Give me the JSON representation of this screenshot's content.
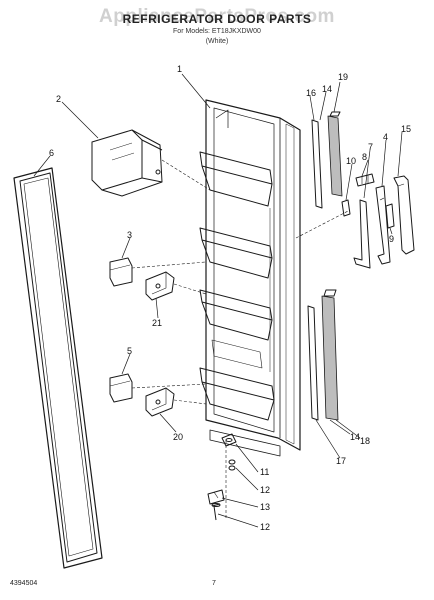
{
  "header": {
    "watermark": "AppliancePartsPros.com",
    "title": "REFRIGERATOR DOOR PARTS",
    "subtitle_model": "For Models: ET18JKXDW00",
    "subtitle_color": "(White)"
  },
  "footer": {
    "part_number": "4394504",
    "page": "7"
  },
  "callouts": {
    "c1": "1",
    "c2": "2",
    "c3": "3",
    "c4": "4",
    "c5": "5",
    "c6": "6",
    "c7": "7",
    "c8": "8",
    "c9": "9",
    "c10": "10",
    "c11": "11",
    "c12a": "12",
    "c12b": "12",
    "c13": "13",
    "c14a": "14",
    "c14b": "14",
    "c15": "15",
    "c16": "16",
    "c17": "17",
    "c18": "18",
    "c19": "19",
    "c20": "20",
    "c21": "21"
  },
  "colors": {
    "line": "#1a1a1a",
    "shade": "#bdbdbd"
  }
}
